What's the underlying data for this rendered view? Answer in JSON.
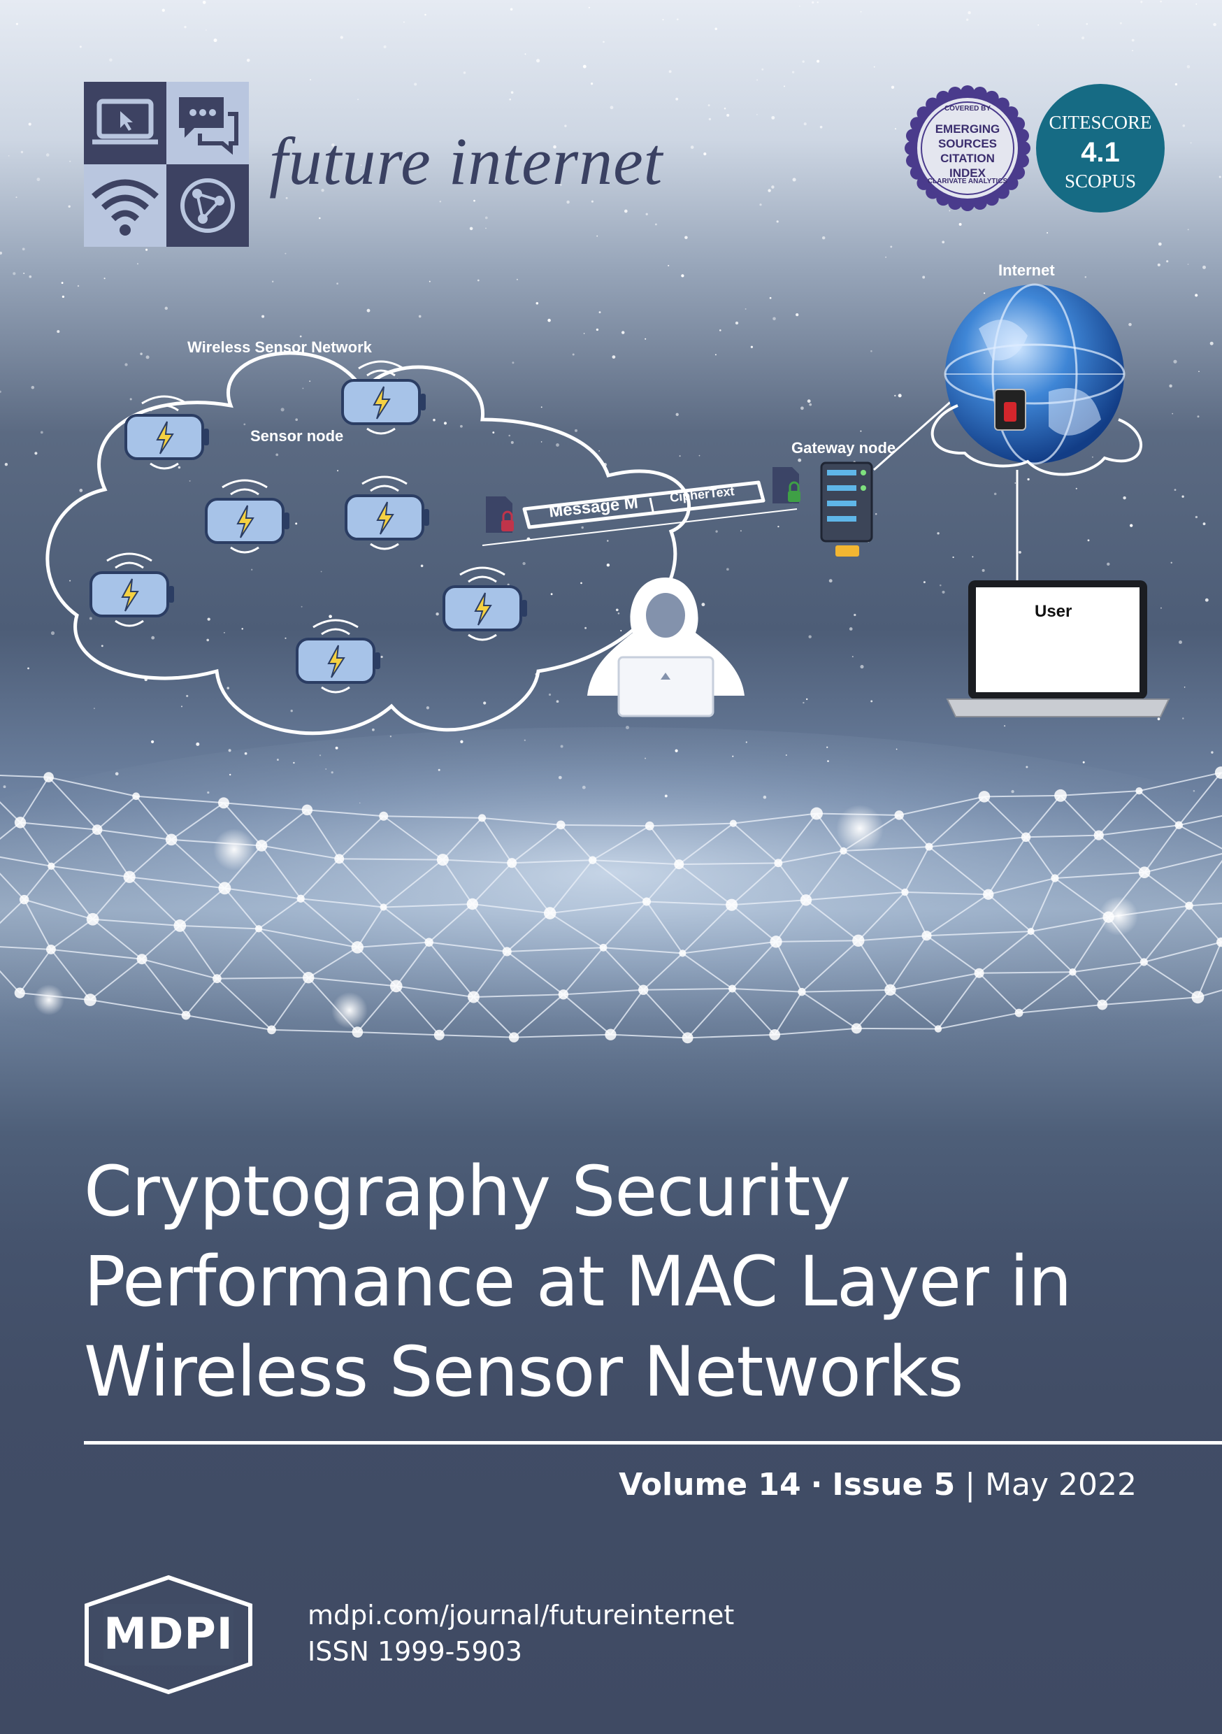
{
  "journal": {
    "title": "future internet",
    "colors": {
      "title": "#3a4162",
      "logo_dark": "#3d4262",
      "logo_light": "#b9c6df"
    }
  },
  "badges": {
    "esci": {
      "top": "COVERED BY",
      "line1": "EMERGING",
      "line2": "SOURCES",
      "line3": "CITATION INDEX",
      "bottom": "CLARIVATE ANALYTICS",
      "color": "#4a3b8c"
    },
    "citescore": {
      "label": "CITESCORE",
      "value": "4.1",
      "source": "SCOPUS",
      "color": "#166b84"
    }
  },
  "diagram": {
    "network_label": "Wireless Sensor Network",
    "sensor_label": "Sensor node",
    "message_label": "Message M",
    "ciphertext_label": "CipherText",
    "gateway_label": "Gateway node",
    "internet_label": "Internet",
    "user_label": "User",
    "icons": [
      "battery-sensor-icon",
      "document-lock-icon",
      "server-icon",
      "hacker-icon",
      "globe-icon",
      "laptop-icon"
    ]
  },
  "article": {
    "title_line1": "Cryptography Security",
    "title_line2": "Performance at MAC Layer in",
    "title_line3": "Wireless Sensor Networks"
  },
  "issue": {
    "volume": "Volume 14",
    "separator": "·",
    "issue": "Issue 5",
    "divider": "|",
    "date": "May 2022"
  },
  "publisher": {
    "logo_text": "MDPI",
    "url": "mdpi.com/journal/futureinternet",
    "issn": "ISSN 1999-5903"
  }
}
